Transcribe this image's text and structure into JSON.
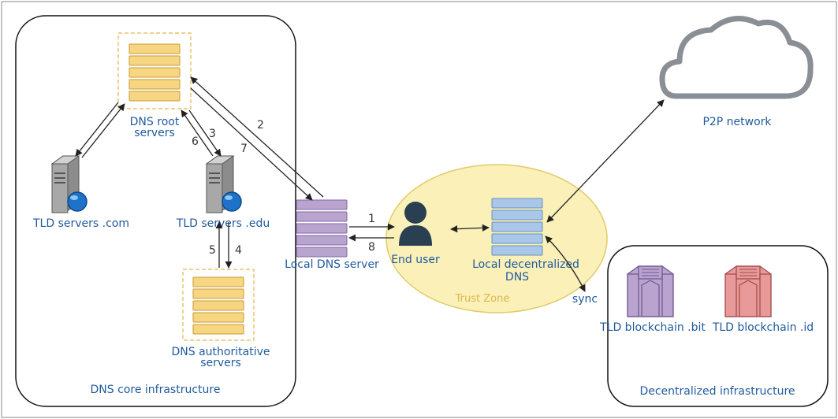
{
  "colors": {
    "label": "#1f5a9e",
    "number": "#333333",
    "root_server": "#f6d680",
    "local_dns": "#b9a4cf",
    "decentralized_dns": "#a9c7e8",
    "trust_zone": "#faf0b8",
    "blockchain_bit": "#b9a4cf",
    "blockchain_id": "#e89a9a"
  },
  "boxes": {
    "core": "DNS core infrastructure",
    "decentralized": "Decentralized infrastructure"
  },
  "nodes": {
    "root": [
      "DNS root",
      "servers"
    ],
    "tld_com": "TLD servers .com",
    "tld_edu": "TLD servers .edu",
    "authoritative": [
      "DNS authoritative",
      "servers"
    ],
    "local_dns": "Local DNS server",
    "end_user": "End user",
    "local_decentralized": [
      "Local decentralized",
      "DNS"
    ],
    "trust_zone": "Trust Zone",
    "p2p": "P2P network",
    "sync": "sync",
    "bit": "TLD blockchain .bit",
    "id": "TLD blockchain .id"
  },
  "steps": [
    "1",
    "2",
    "3",
    "4",
    "5",
    "6",
    "7",
    "8"
  ],
  "icons": {
    "server_stack": "server-stack-icon",
    "tower": "tower-server-globe-icon",
    "user": "user-icon",
    "cloud": "cloud-icon",
    "blockchain": "blockchain-block-icon"
  }
}
